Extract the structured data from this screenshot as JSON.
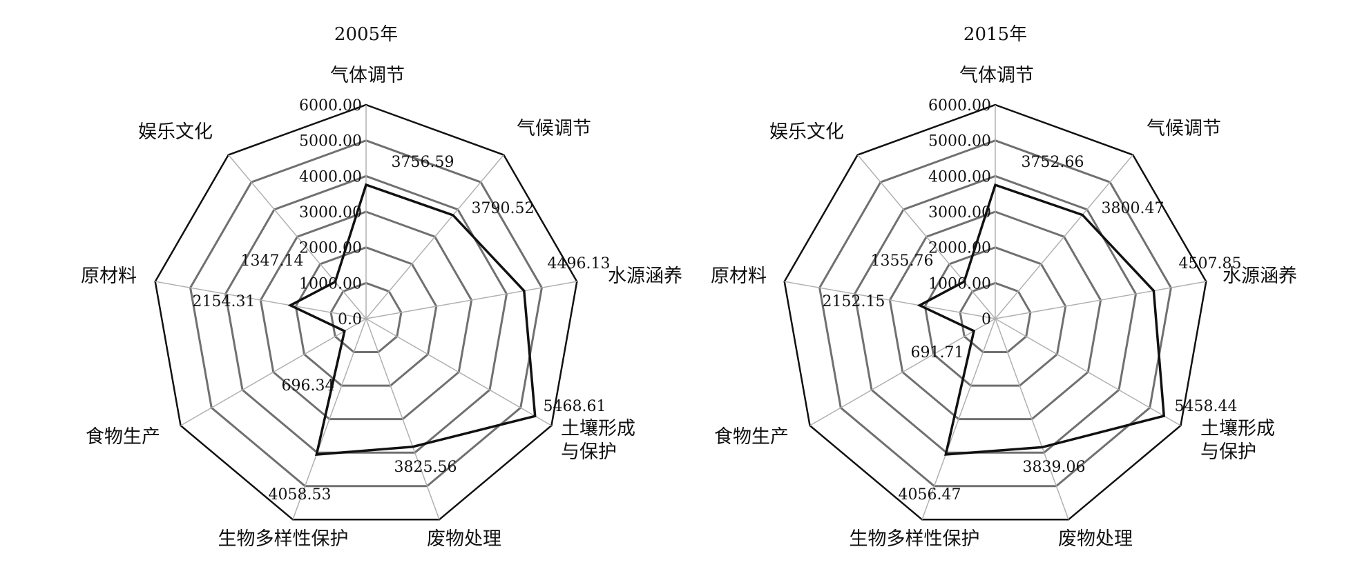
{
  "chart_data": [
    {
      "type": "radar",
      "title": "2005年",
      "categories": [
        "气体调节",
        "气候调节",
        "水源涵养",
        "土壤形成\n与保护",
        "废物处理",
        "生物多样性保护",
        "食物生产",
        "原材料",
        "娱乐文化"
      ],
      "ticks": [
        "0.0",
        "1000.00",
        "2000.00",
        "3000.00",
        "4000.00",
        "5000.00",
        "6000.00"
      ],
      "rlim": [
        0,
        6000
      ],
      "values": [
        3756.59,
        3790.52,
        4496.13,
        5468.61,
        3825.56,
        4058.53,
        696.34,
        2154.31,
        1347.14
      ],
      "value_labels": [
        "3756.59",
        "3790.52",
        "4496.13",
        "5468.61",
        "3825.56",
        "4058.53",
        "696.34",
        "2154.31",
        "1347.14"
      ],
      "legend": "none",
      "grid": true
    },
    {
      "type": "radar",
      "title": "2015年",
      "categories": [
        "气体调节",
        "气候调节",
        "水源涵养",
        "土壤形成\n与保护",
        "废物处理",
        "生物多样性保护",
        "食物生产",
        "原材料",
        "娱乐文化"
      ],
      "ticks": [
        "0",
        "1000.00",
        "2000.00",
        "3000.00",
        "4000.00",
        "5000.00",
        "6000.00"
      ],
      "rlim": [
        0,
        6000
      ],
      "values": [
        3752.66,
        3800.47,
        4507.85,
        5458.44,
        3839.06,
        4056.47,
        691.71,
        2152.15,
        1355.76
      ],
      "value_labels": [
        "3752.66",
        "3800.47",
        "4507.85",
        "5458.44",
        "3839.06",
        "4056.47",
        "691.71",
        "2152.15",
        "1355.76"
      ],
      "legend": "none",
      "grid": true
    }
  ]
}
